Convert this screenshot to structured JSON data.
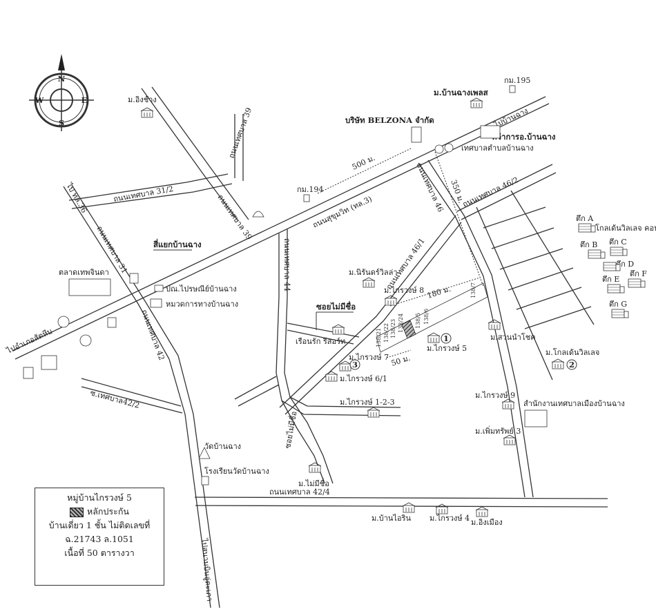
{
  "compass": {
    "n": "N",
    "s": "S",
    "e": "E",
    "w": "W"
  },
  "roads": {
    "sukhumvit": "ถนนสุขุมวิท (ทล.3)",
    "thesaban_31_2": "ถนนเทศบาล 31/2",
    "thesaban_39_a": "ถนนเทศบาล 39",
    "thesaban_39_b": "ถนนเทศบาล 39",
    "thesaban_31": "ถนนเทศบาล 31",
    "thesaban_44": "ถนนเทศบาล 44",
    "thesaban_46": "ถนนเทศบาล 46",
    "thesaban_46_1": "ถนนเทศบาล 46/1",
    "thesaban_46_2": "ถนนเทศบาล 46/2",
    "thesaban_42": "ถนนเทศบาล 42",
    "thesaban_42_2": "ซ.เทศบาล42/2",
    "thesaban_42_4": "ถนนเทศบาล 42/4",
    "to_rayong": "ไปบ้านฉาง",
    "to_utapao": "ไปสนามบินอู่ตะเภา",
    "to_36": "ไป ทล.36",
    "to_pattaya": "ไปอำเภอสัตหีบ",
    "soi_mai_mi_chue": "ซอยไม่มีชื่อ",
    "soi_mai_mi_chue_2": "ซอยไม่มีชื่อ"
  },
  "distances": {
    "d500": "500 ม.",
    "d350": "350 ม.",
    "d180": "180 ม.",
    "d50": "50 ม."
  },
  "kilometer": {
    "km195": "กม.195",
    "km194": "กม.194"
  },
  "places": {
    "ing_chang": "ม.อิงช้าง",
    "ban_chang_place": "ม.บ้านฉางเพลส",
    "belzona": "บริษัท BELZONA จำกัด",
    "amphoe": "ที่ว่าการอ.บ้านฉาง",
    "thesaban_office": "เทศบาลตำบลบ้านฉาง",
    "yaek": "สี่แยกบ้านฉาง",
    "market": "ตลาดเทพจินดา",
    "post": "ปณ.ไปรษณีย์บ้านฉาง",
    "police": "หมวดการทางบ้านฉาง",
    "nin_villa": "ม.นิรันดร์วิลล่า",
    "krai_8": "ม.ไกรวงษ์ 8",
    "soi_label": "ซอยไม่มีชื่อ",
    "resort": "เรือนรัก รีสอร์ท",
    "krai_7": "ม.ไกรวงษ์ 7",
    "krai_6_1": "ม.ไกรวงษ์ 6/1",
    "krai_5": "ม.ไกรวงษ์ 5",
    "suan_chok": "ม.สวนนำโชค",
    "krai_123": "ม.ไกรวงษ์ 1-2-3",
    "krai_9": "ม.ไกรวงษ์ 9",
    "sub_3": "ม.เพิ่มทรัพย์ 3",
    "thesaban_city": "สำนักงานเทศบาลเมืองบ้านฉาง",
    "golden_village": "ม.โกลเด้นวิลเลจ",
    "golden_condo": "โกลเด้นวิลเลจ คอนโด",
    "wat": "วัดบ้านฉาง",
    "school": "โรงเรียนวัดบ้านฉาง",
    "mai_mi_chue": "ม.ไม่มีชื่อ",
    "ban_ing": "ม.บ้านไอริน",
    "krai_4": "ม.ไกรวงษ์ 4",
    "ing_mueang": "ม.อิงเมือง"
  },
  "buildings_abc": {
    "a": "ตึก A",
    "b": "ตึก B",
    "c": "ตึก C",
    "d": "ตึก D",
    "e": "ตึก E",
    "f": "ตึก F",
    "g": "ตึก G"
  },
  "circles": {
    "c1": "1",
    "c2": "2",
    "c3": "3"
  },
  "lots": [
    "138/7",
    "138/6",
    "138/5",
    "138/24",
    "138/23",
    "138/22",
    "138/21"
  ],
  "legend": {
    "title": "หมู่บ้านไกรวงษ์ 5",
    "collateral": "หลักประกัน",
    "desc": "บ้านเดี่ยว 1 ชั้น ไม่ติดเลขที่",
    "deed": "ฉ.21743 ล.1051",
    "area": "เนื้อที่ 50 ตารางวา"
  }
}
